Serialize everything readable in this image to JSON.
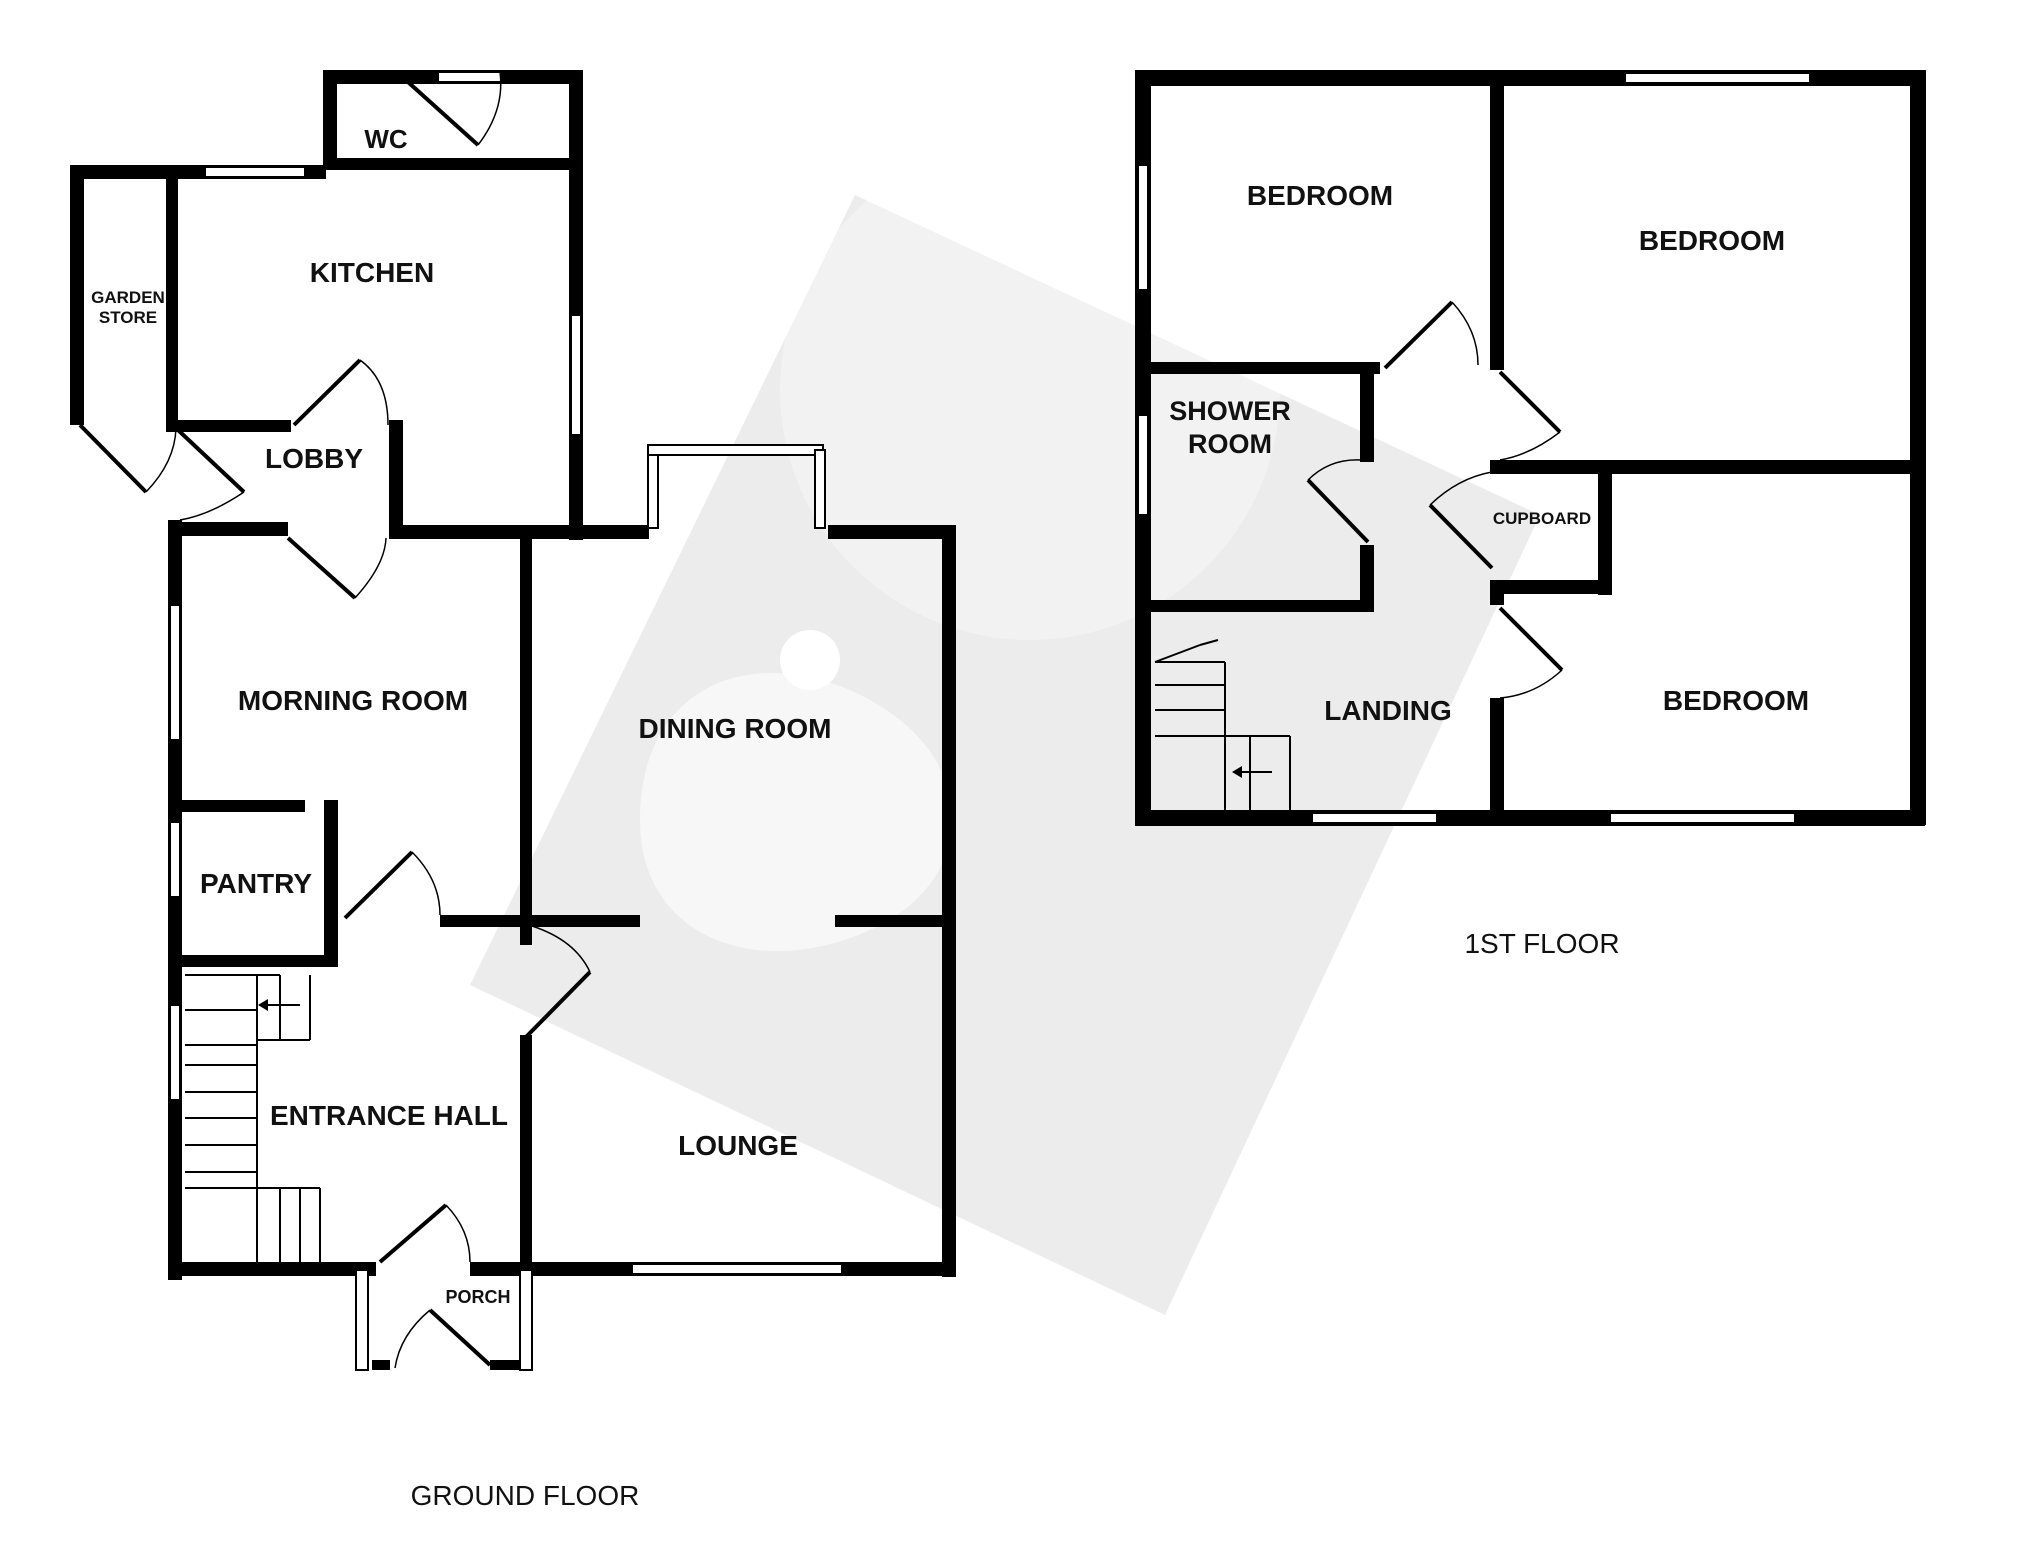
{
  "ground_floor": {
    "label": "GROUND FLOOR",
    "rooms": {
      "wc": "WC",
      "kitchen": "KITCHEN",
      "garden_store_line1": "GARDEN",
      "garden_store_line2": "STORE",
      "lobby": "LOBBY",
      "morning_room": "MORNING ROOM",
      "dining_room": "DINING ROOM",
      "pantry": "PANTRY",
      "entrance_hall": "ENTRANCE HALL",
      "lounge": "LOUNGE",
      "porch": "PORCH"
    }
  },
  "first_floor": {
    "label": "1ST FLOOR",
    "rooms": {
      "bedroom_1": "BEDROOM",
      "bedroom_2": "BEDROOM",
      "shower_room_line1": "SHOWER",
      "shower_room_line2": "ROOM",
      "cupboard": "CUPBOARD",
      "landing": "LANDING",
      "bedroom_3": "BEDROOM"
    }
  },
  "colors": {
    "walls": "#000000",
    "background": "#ffffff",
    "watermark": "#ececec"
  }
}
